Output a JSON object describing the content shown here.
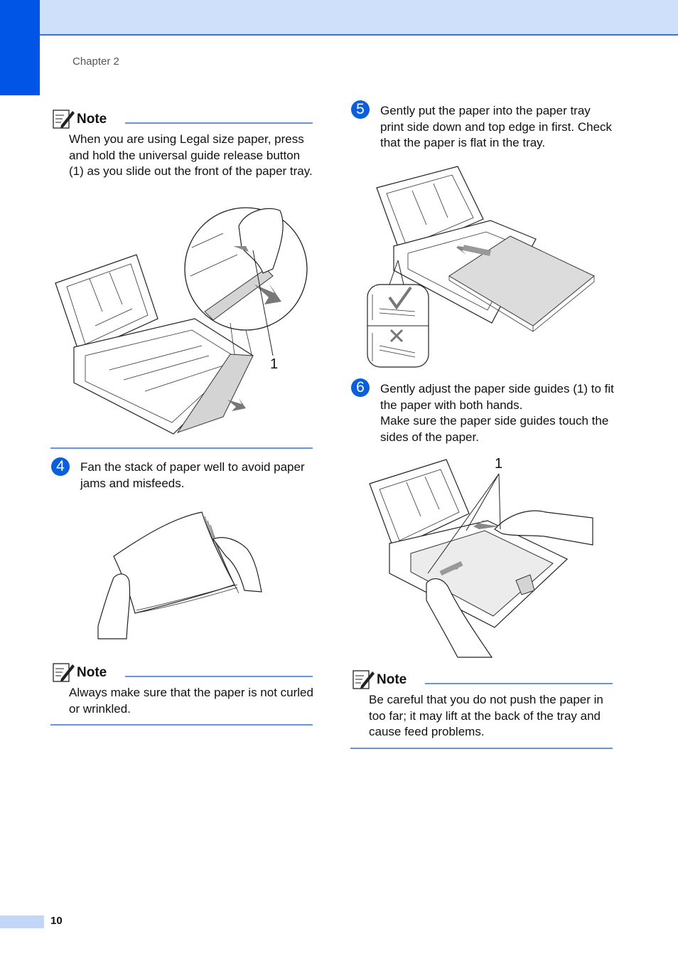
{
  "header": {
    "chapter": "Chapter 2"
  },
  "footer": {
    "page_number": "10"
  },
  "note1": {
    "title": "Note",
    "text": "When you are using Legal size paper, press and hold the universal guide release button (1) as you slide out the front of the paper tray."
  },
  "figure1": {
    "callout": "1"
  },
  "step4": {
    "number": "4",
    "text": "Fan the stack of paper well to avoid paper jams and misfeeds."
  },
  "note2": {
    "title": "Note",
    "text": "Always make sure that the paper is not curled or wrinkled."
  },
  "step5": {
    "number": "5",
    "text": "Gently put the paper into the paper tray print side down and top edge in first. Check that the paper is flat in the tray."
  },
  "step6": {
    "number": "6",
    "text1": "Gently adjust the paper side guides (1) to fit the paper with both hands.",
    "text2": "Make sure the paper side guides touch the sides of the paper."
  },
  "figure4": {
    "callout": "1"
  },
  "note3": {
    "title": "Note",
    "text": "Be careful that you do not push the paper in too far; it may lift at the back of the tray and cause feed problems."
  },
  "icons": {
    "note": "note-pencil-icon",
    "check": "check-mark-icon",
    "cross": "cross-mark-icon"
  },
  "colors": {
    "accent": "#0055e6",
    "header_band": "#cfe0fb",
    "rule": "#6a95d8",
    "step_badge": "#0a5fe0"
  }
}
